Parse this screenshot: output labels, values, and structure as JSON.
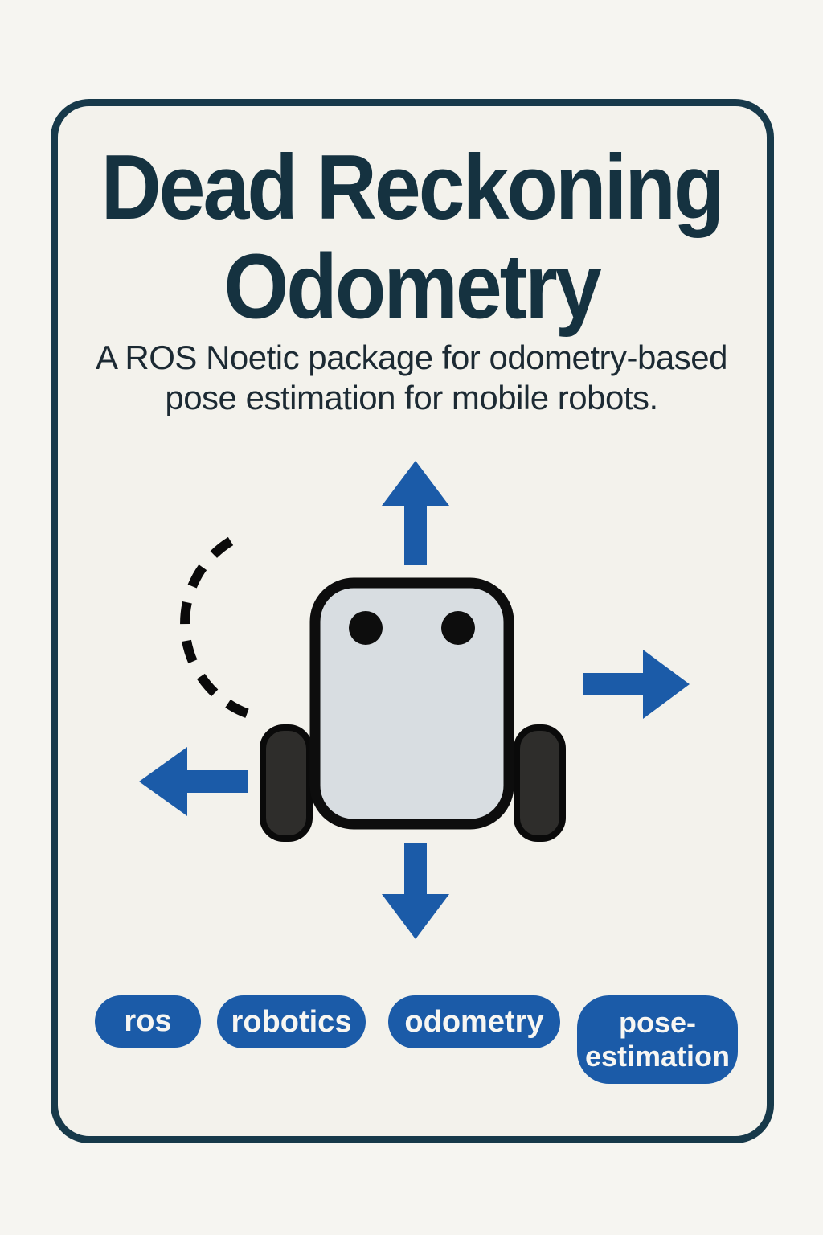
{
  "poster": {
    "title": "Dead Reckoning Odometry",
    "subtitle": "A ROS Noetic package for odometry-based pose estimation for mobile robots.",
    "tags": [
      "ros",
      "robotics",
      "odometry",
      "pose-estimation"
    ],
    "illustration": {
      "description": "top-down two-wheeled mobile robot with two sensor dots, four blue direction arrows (up, right, down, left) and a black dashed rotation arc on the left"
    },
    "colors": {
      "background": "#f5f4ef",
      "card_background": "#f3f2ec",
      "card_border_navy": "#17394a",
      "title_navy": "#153240",
      "subtitle_dark": "#1c2a33",
      "accent_blue": "#1b5ba8",
      "robot_body_gray": "#d8dde1",
      "wheel_dark": "#2e2d2b",
      "tag_text": "#f7f6f2"
    }
  }
}
